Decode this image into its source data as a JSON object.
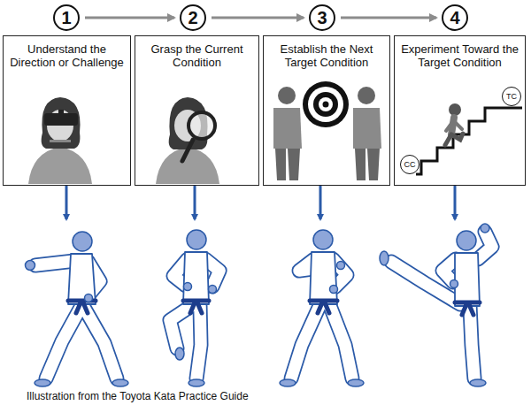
{
  "diagram": {
    "nodes": [
      {
        "text": [
          "1"
        ]
      },
      {
        "text": [
          "2"
        ]
      },
      {
        "text": [
          "3"
        ]
      },
      {
        "text": [
          "4"
        ]
      },
      {
        "text": [
          "Understand the Direction or Challenge"
        ]
      },
      {
        "text": [
          "Grasp the Current Condition"
        ]
      },
      {
        "text": [
          "Establish the Next Target Condition"
        ]
      },
      {
        "text": [
          "Experiment Toward the Target Condition"
        ]
      },
      {
        "text": [
          "CC"
        ],
        "in": 7
      },
      {
        "text": [
          "TC"
        ],
        "in": 7
      }
    ],
    "edges": [
      {
        "from": 0,
        "to": 1,
        "arrow": "to"
      },
      {
        "from": 1,
        "to": 2,
        "arrow": "to"
      },
      {
        "from": 2,
        "to": 3,
        "arrow": "to"
      }
    ],
    "caption": "Illustration from the Toyota Kata Practice Guide"
  }
}
